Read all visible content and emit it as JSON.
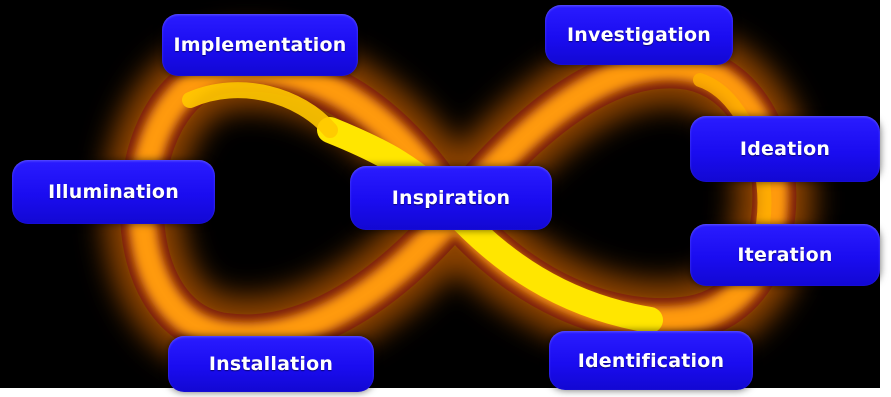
{
  "diagram": {
    "labels": {
      "implementation": "Implementation",
      "investigation": "Investigation",
      "ideation": "Ideation",
      "iteration": "Iteration",
      "illumination": "Illumination",
      "inspiration": "Inspiration",
      "installation": "Installation",
      "identification": "Identification"
    },
    "colors": {
      "background": "#000000",
      "label_fill": "#1a0cf0",
      "label_text": "#ffffff",
      "loop_core": "#ffe600",
      "loop_glow": "#ff8a00",
      "loop_shadow": "#6a1a10"
    }
  }
}
